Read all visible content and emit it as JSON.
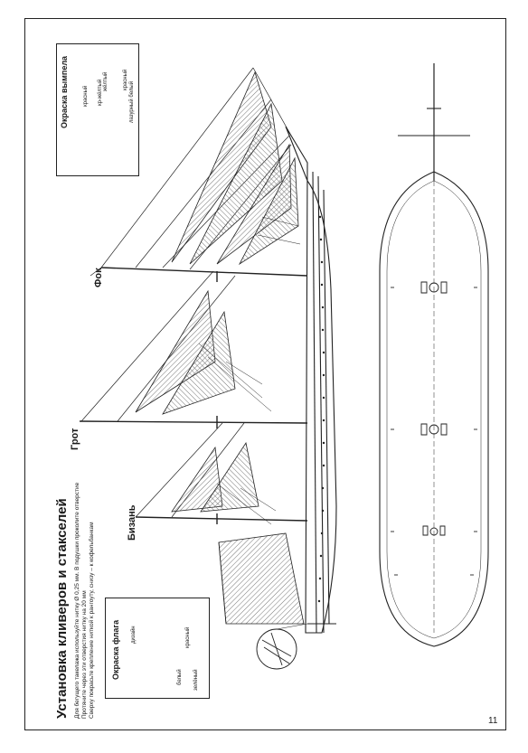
{
  "title": "Установка кливеров и стакселей",
  "notes": [
    "Для бегущего такелажа используйте нитку Ø 0,25 мм. В подушки проколите отверстие",
    "Протяните через эти отверстия нитку на 20 мм",
    "Сверху покрасьте крепление ниткой к рангоуту, снизу – к кофельбанкам"
  ],
  "masts": {
    "fok": "Фок",
    "grot": "Грот",
    "bizan": "Бизань"
  },
  "pennant_box": {
    "title": "Окраска вымпела",
    "colors": [
      "красный",
      "жёлтый",
      "кр-жёлтый",
      "красный",
      "лазурный белый"
    ]
  },
  "flag_box": {
    "title": "Окраска флага",
    "colors": [
      "красный",
      "дизайн",
      "белый",
      "зелёный"
    ]
  },
  "page_number": "11",
  "colors": {
    "ink": "#1a1a1a",
    "paper": "#ffffff",
    "sail_hatch": "#777777"
  }
}
